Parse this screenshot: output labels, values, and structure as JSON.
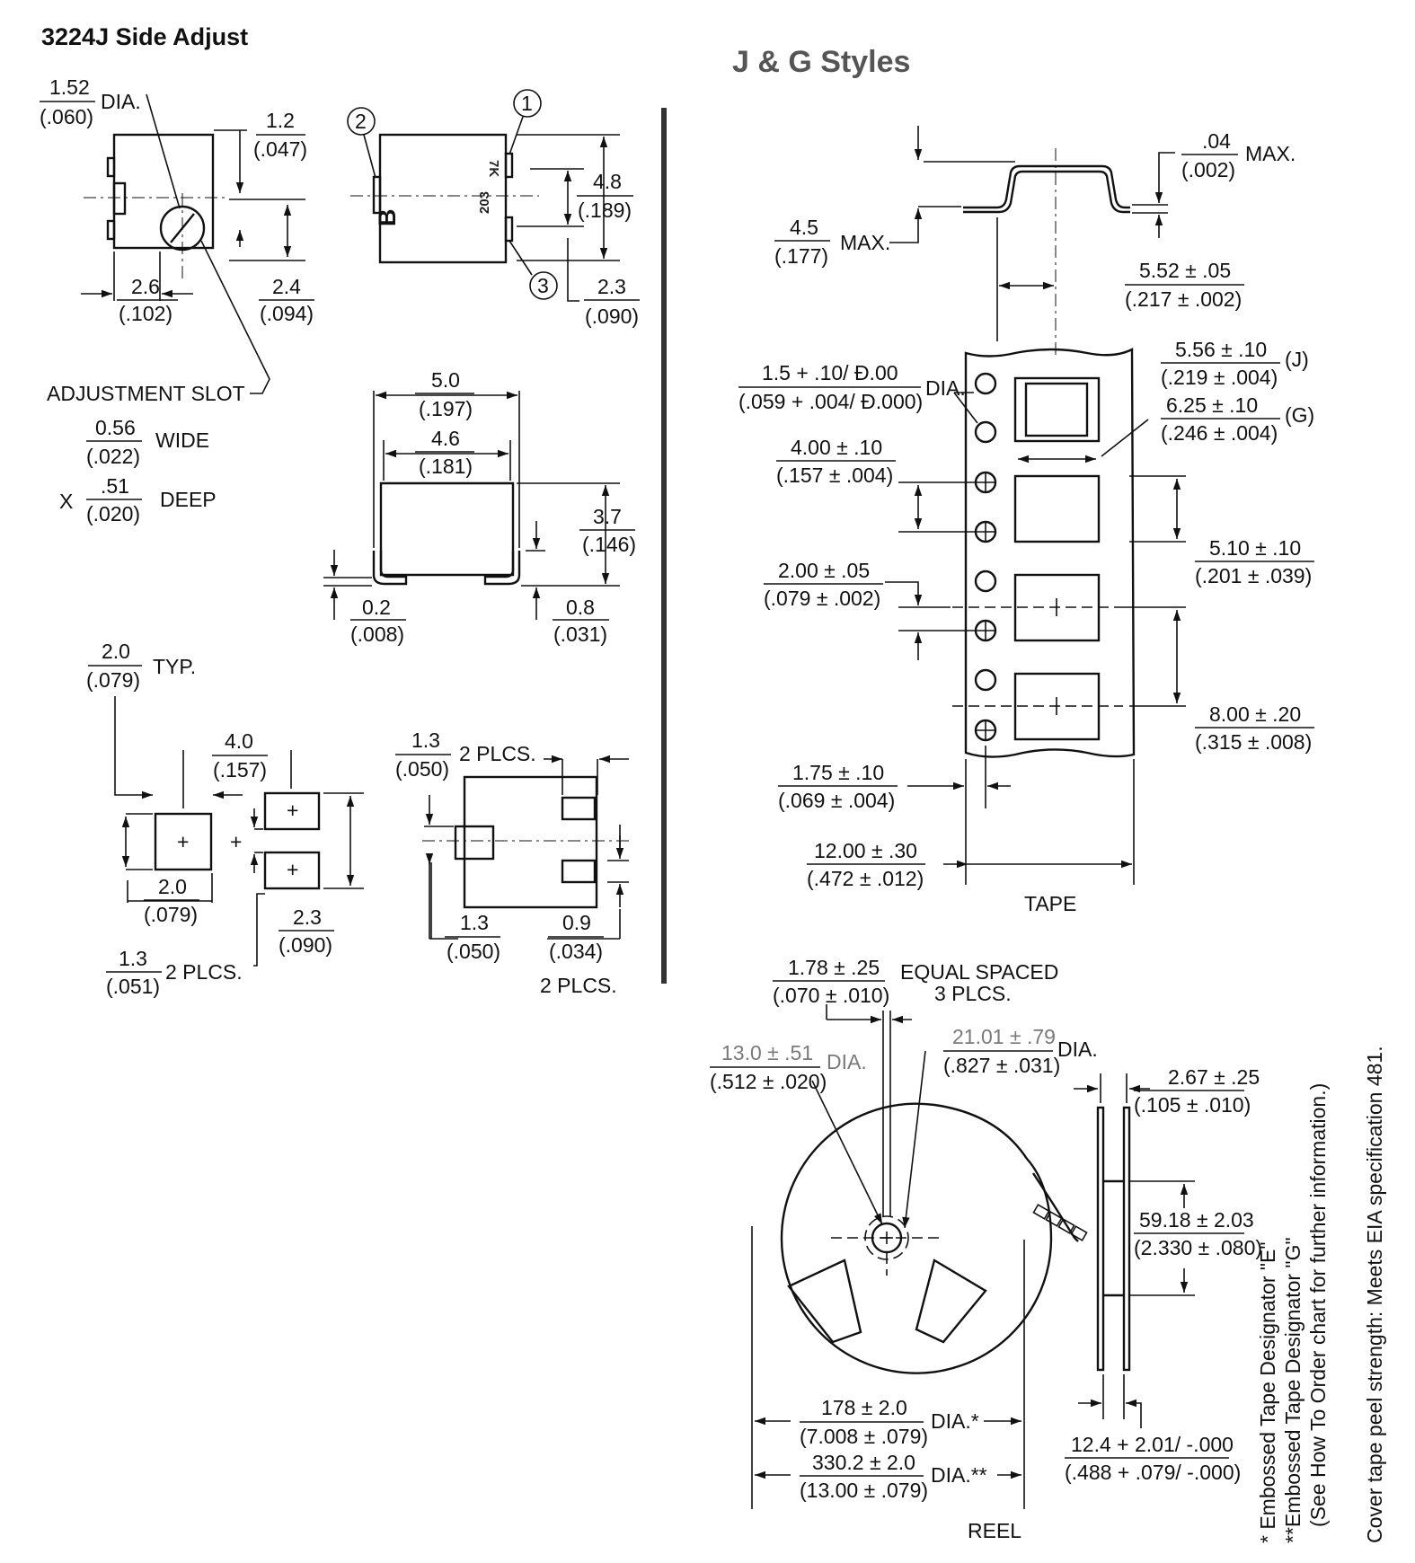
{
  "left_panel": {
    "title": "3224J Side Adjust",
    "pin1": "1",
    "pin2": "2",
    "pin3": "3",
    "body_mark_1": "7K",
    "body_mark_2": "203",
    "body_logo": "B",
    "dim_dia_mm": "1.52",
    "dim_dia_in": "(.060)",
    "dia_label": "DIA.",
    "dim_1_2_mm": "1.2",
    "dim_1_2_in": "(.047)",
    "dim_2_6_mm": "2.6",
    "dim_2_6_in": "(.102)",
    "dim_2_4_mm": "2.4",
    "dim_2_4_in": "(.094)",
    "dim_4_8_mm": "4.8",
    "dim_4_8_in": "(.189)",
    "dim_2_3a_mm": "2.3",
    "dim_2_3a_in": "(.090)",
    "adjustment_slot": "ADJUSTMENT SLOT",
    "slot_wide_mm": "0.56",
    "slot_wide_in": "(.022)",
    "wide_label": "WIDE",
    "x_label": "X",
    "slot_deep_mm": ".51",
    "slot_deep_in": "(.020)",
    "deep_label": "DEEP",
    "dim_5_0_mm": "5.0",
    "dim_5_0_in": "(.197)",
    "dim_4_6_mm": "4.6",
    "dim_4_6_in": "(.181)",
    "dim_3_7_mm": "3.7",
    "dim_3_7_in": "(.146)",
    "dim_0_2_mm": "0.2",
    "dim_0_2_in": "(.008)",
    "dim_0_8_mm": "0.8",
    "dim_0_8_in": "(.031)",
    "dim_2_0typ_mm": "2.0",
    "dim_2_0typ_in": "(.079)",
    "typ_label": "TYP.",
    "dim_4_0_mm": "4.0",
    "dim_4_0_in": "(.157)",
    "dim_2_0b_mm": "2.0",
    "dim_2_0b_in": "(.079)",
    "dim_2_3b_mm": "2.3",
    "dim_2_3b_in": "(.090)",
    "dim_1_3a_mm": "1.3",
    "dim_1_3a_in": "(.051)",
    "plcs2": "2 PLCS.",
    "dim_1_3b_mm": "1.3",
    "dim_1_3b_in": "(.050)",
    "dim_1_3c_mm": "1.3",
    "dim_1_3c_in": "(.050)",
    "dim_0_9_mm": "0.9",
    "dim_0_9_in": "(.034)"
  },
  "right_panel": {
    "title": "J & G Styles",
    "max_label": "MAX.",
    "dim_04_mm": ".04",
    "dim_04_in": "(.002)",
    "dim_4_5_mm": "4.5",
    "dim_4_5_in": "(.177)",
    "dim_5_52_mm": "5.52 ± .05",
    "dim_5_52_in": "(.217 ± .002)",
    "dim_5_56_mm": "5.56 ± .10",
    "dim_5_56_in": "(.219 ± .004)",
    "j_tag": "(J)",
    "dim_6_25_mm": "6.25 ± .10",
    "dim_6_25_in": "(.246 ± .004)",
    "g_tag": "(G)",
    "dim_1_5_mm": "1.5 + .10/ Ð.00",
    "dim_1_5_in": "(.059 + .004/ Ð.000)",
    "dia_label": "DIA.",
    "dim_4_00_mm": "4.00 ± .10",
    "dim_4_00_in": "(.157 ± .004)",
    "dim_5_10_mm": "5.10 ± .10",
    "dim_5_10_in": "(.201 ± .039)",
    "dim_2_00_mm": "2.00 ± .05",
    "dim_2_00_in": "(.079 ± .002)",
    "dim_8_00_mm": "8.00 ± .20",
    "dim_8_00_in": "(.315 ± .008)",
    "dim_1_75_mm": "1.75 ± .10",
    "dim_1_75_in": "(.069 ± .004)",
    "dim_12_00_mm": "12.00 ± .30",
    "dim_12_00_in": "(.472 ± .012)",
    "tape_label": "TAPE",
    "dim_1_78_mm": "1.78 ± .25",
    "dim_1_78_in": "(.070 ± .010)",
    "equal_spaced": "EQUAL SPACED",
    "plcs3": "3 PLCS.",
    "dim_13_0_mm": "13.0 ± .51",
    "dim_13_0_in": "(.512 ± .020)",
    "dim_21_01_mm": "21.01 ± .79",
    "dim_21_01_in": "(.827 ± .031)",
    "dim_2_67_mm": "2.67 ± .25",
    "dim_2_67_in": "(.105 ± .010)",
    "dim_59_18_mm": "59.18 ± 2.03",
    "dim_59_18_in": "(2.330 ± .080)",
    "dim_178_mm": "178 ± 2.0",
    "dim_178_in": "(7.008  ± .079)",
    "dia_star": "DIA.*",
    "dim_330_mm": "330.2 ± 2.0",
    "dim_330_in": "(13.00  ± .079)",
    "dia_2star": "DIA.**",
    "dim_12_4_mm": "12.4 + 2.01/ -.000",
    "dim_12_4_in": "(.488 + .079/ -.000)",
    "reel_label": "REEL",
    "note_1": "*  Embossed Tape Designator \"E\"",
    "note_2": "**Embossed Tape Designator \"G\"",
    "note_3": "(See How To Order chart for further information.)",
    "note_4": "Cover tape peel strength: Meets EIA specification 481."
  }
}
